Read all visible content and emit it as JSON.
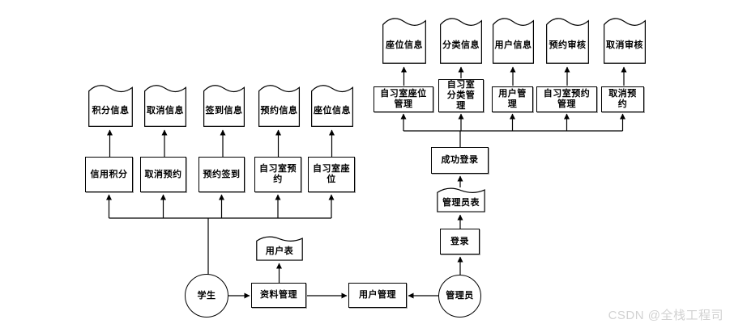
{
  "watermark": "CSDN @全栈工程司",
  "student_side": {
    "actor": "学生",
    "stores": [
      "积分信息",
      "取消信息",
      "签到信息",
      "预约信息",
      "座位信息"
    ],
    "processes": [
      "信用积分",
      "取消预约",
      "预约签到",
      "自习室预\n约",
      "自习室座\n位"
    ]
  },
  "admin_side": {
    "actor": "管理员",
    "login": "登录",
    "admin_table": "管理员表",
    "login_success": "成功登录",
    "stores": [
      "座位信息",
      "分类信息",
      "用户信息",
      "预约审核",
      "取消审核"
    ],
    "processes": [
      "自习室座位\n管理",
      "自习室\n分类管\n理",
      "用户管\n理",
      "自习室预约\n管理",
      "取消预\n约"
    ]
  },
  "shared": {
    "profile_manage": "资料管理",
    "user_manage": "用户管理",
    "user_table": "用户表"
  }
}
